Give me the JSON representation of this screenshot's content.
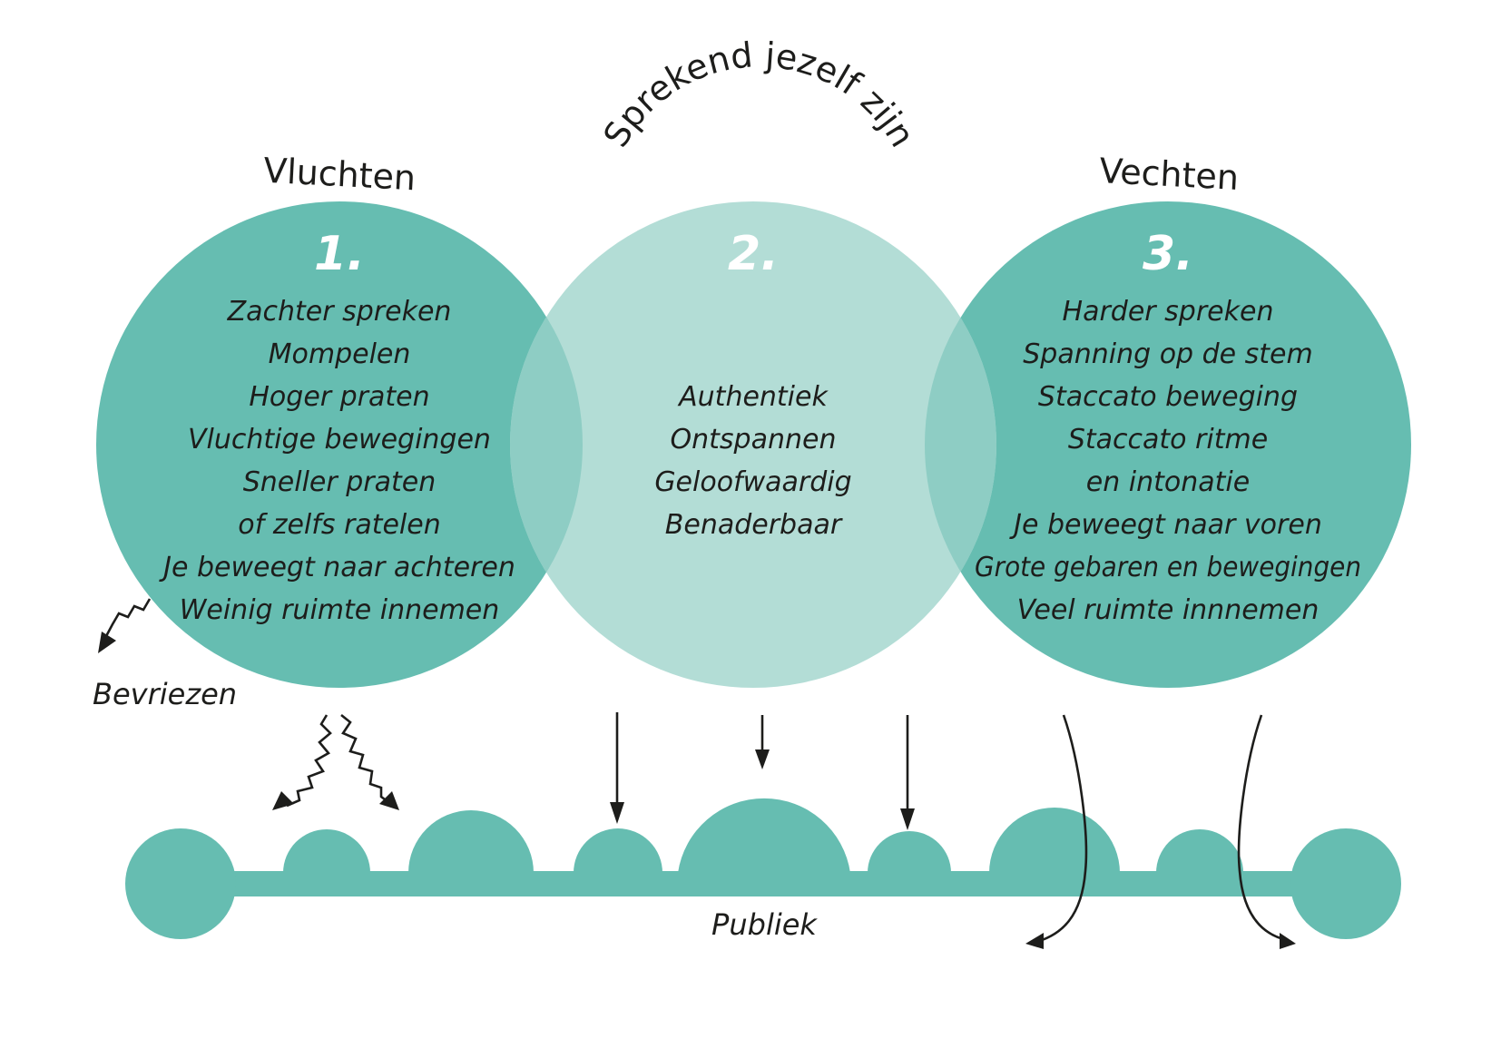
{
  "colors": {
    "circle_dark": "#66bdb1",
    "circle_light": "#b3ddd6",
    "overlap": "#8ecdc4",
    "text": "#1d1d1b",
    "number": "#ffffff"
  },
  "circles": [
    {
      "title": "Vluchten",
      "number": "1.",
      "items": [
        "Zachter spreken",
        "Mompelen",
        "Hoger praten",
        "Vluchtige bewegingen",
        "Sneller praten",
        "of zelfs ratelen",
        "Je beweegt naar achteren",
        "Weinig ruimte innemen"
      ]
    },
    {
      "title": "Sprekend jezelf zijn",
      "number": "2.",
      "items": [
        "Authentiek",
        "Ontspannen",
        "Geloofwaardig",
        "Benaderbaar"
      ]
    },
    {
      "title": "Vechten",
      "number": "3.",
      "items": [
        "Harder spreken",
        "Spanning op de stem",
        "Staccato beweging",
        "Staccato ritme",
        "en intonatie",
        "Je beweegt naar voren",
        "Grote gebaren en bewegingen",
        "Veel ruimte innnemen"
      ]
    }
  ],
  "labels": {
    "freeze": "Bevriezen",
    "audience": "Publiek"
  }
}
